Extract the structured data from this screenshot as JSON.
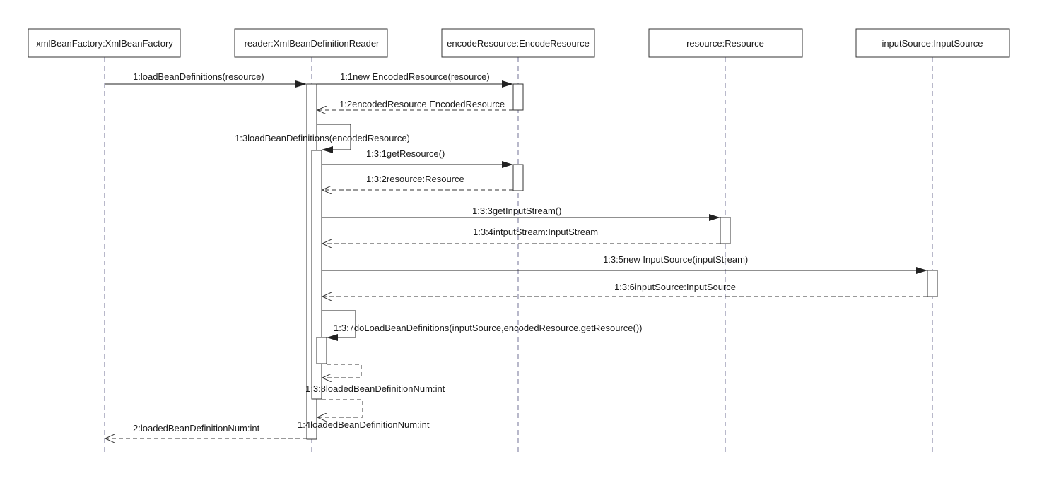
{
  "diagram": {
    "lifelines": [
      {
        "id": "xmlBeanFactory",
        "label": "xmlBeanFactory:XmlBeanFactory"
      },
      {
        "id": "reader",
        "label": "reader:XmlBeanDefinitionReader"
      },
      {
        "id": "encodeResource",
        "label": "encodeResource:EncodeResource"
      },
      {
        "id": "resource",
        "label": "resource:Resource"
      },
      {
        "id": "inputSource",
        "label": "inputSource:InputSource"
      }
    ],
    "messages": [
      {
        "label": "1:loadBeanDefinitions(resource)"
      },
      {
        "label": "1:1new EncodedResource(resource)"
      },
      {
        "label": "1:2encodedResource EncodedResource"
      },
      {
        "label": "1:3loadBeanDefinitions(encodedResource)"
      },
      {
        "label": "1:3:1getResource()"
      },
      {
        "label": "1:3:2resource:Resource"
      },
      {
        "label": "1:3:3getInputStream()"
      },
      {
        "label": "1:3:4intputStream:InputStream"
      },
      {
        "label": "1:3:5new InputSource(inputStream)"
      },
      {
        "label": "1:3:6inputSource:InputSource"
      },
      {
        "label": "1:3:7doLoadBeanDefinitions(inputSource,encodedResource.getResource())"
      },
      {
        "label": "1:3:8loadedBeanDefinitionNum:int"
      },
      {
        "label": "1:4loadedBeanDefinitionNum:int"
      },
      {
        "label": "2:loadedBeanDefinitionNum:int"
      }
    ]
  }
}
